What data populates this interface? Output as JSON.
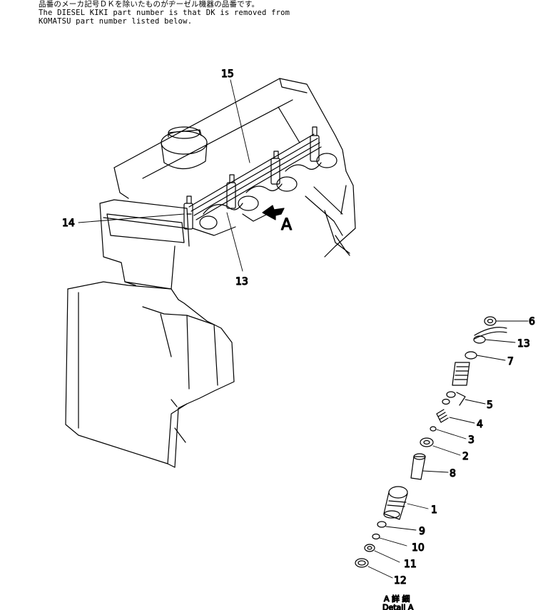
{
  "notes": [
    "品番のメーカ記号ＤＫを除いたものがヂーゼル機器の品番です。",
    "The DIESEL KIKI part number is that DK is removed from",
    "KOMATSU part number listed below."
  ],
  "callouts": {
    "c15": "15",
    "c14": "14",
    "c13_engine": "13",
    "arrow_a": "A",
    "c6": "6",
    "c13_detail": "13",
    "c7": "7",
    "c5": "5",
    "c4": "4",
    "c3": "3",
    "c2": "2",
    "c8": "8",
    "c1": "1",
    "c9": "9",
    "c10": "10",
    "c11": "11",
    "c12": "12"
  },
  "detail_caption": {
    "jp": "A 詳 細",
    "en": "Detail A"
  }
}
